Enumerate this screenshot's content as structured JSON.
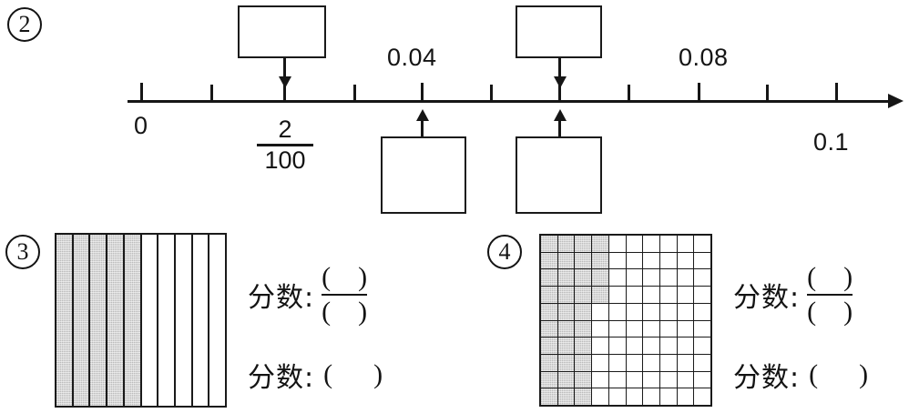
{
  "worksheet": {
    "problems": [
      {
        "marker": "2",
        "type": "number-line",
        "line": {
          "tick_count": 11,
          "tick_values": [
            "0",
            "0.01",
            "0.02",
            "0.03",
            "0.04",
            "0.05",
            "0.06",
            "0.07",
            "0.08",
            "0.09",
            "0.1"
          ],
          "printed_labels": [
            {
              "text": "0",
              "value": 0,
              "position": "below"
            },
            {
              "text": "0.04",
              "value": 0.04,
              "position": "above"
            },
            {
              "text": "0.08",
              "value": 0.08,
              "position": "above"
            },
            {
              "text": "0.1",
              "value": 0.1,
              "position": "below"
            }
          ],
          "fraction_label": {
            "numerator": "2",
            "denominator": "100",
            "value": 0.02,
            "position": "below"
          }
        },
        "answer_boxes": [
          {
            "id": "box-a",
            "value": "",
            "points_to": 0.02,
            "arrow": "down",
            "placement": "above-line"
          },
          {
            "id": "box-b",
            "value": "",
            "points_to": 0.06,
            "arrow": "down",
            "placement": "above-line"
          },
          {
            "id": "box-c",
            "value": "",
            "points_to": 0.04,
            "arrow": "up",
            "placement": "below-line"
          },
          {
            "id": "box-d",
            "value": "",
            "points_to": 0.06,
            "arrow": "up",
            "placement": "below-line"
          }
        ]
      },
      {
        "marker": "3",
        "type": "strip-diagram",
        "figure": {
          "columns": 10,
          "shaded_columns": 5
        },
        "answers": [
          {
            "label": "分数:",
            "format": "fraction",
            "numerator": "(    )",
            "denominator": "(    )"
          },
          {
            "label": "分数:",
            "format": "inline",
            "blank": "(      )"
          }
        ]
      },
      {
        "marker": "4",
        "type": "grid-diagram",
        "figure": {
          "rows": 10,
          "cols": 10,
          "shaded_per_row": [
            4,
            4,
            4,
            4,
            3,
            3,
            3,
            3,
            3,
            3
          ],
          "shaded_total": 34
        },
        "answers": [
          {
            "label": "分数:",
            "format": "fraction",
            "numerator": "(    )",
            "denominator": "(    )"
          },
          {
            "label": "分数:",
            "format": "inline",
            "blank": "(      )"
          }
        ]
      }
    ]
  },
  "colors": {
    "ink": "#131313",
    "shade": "#d8d8d8",
    "paper": "#ffffff"
  }
}
